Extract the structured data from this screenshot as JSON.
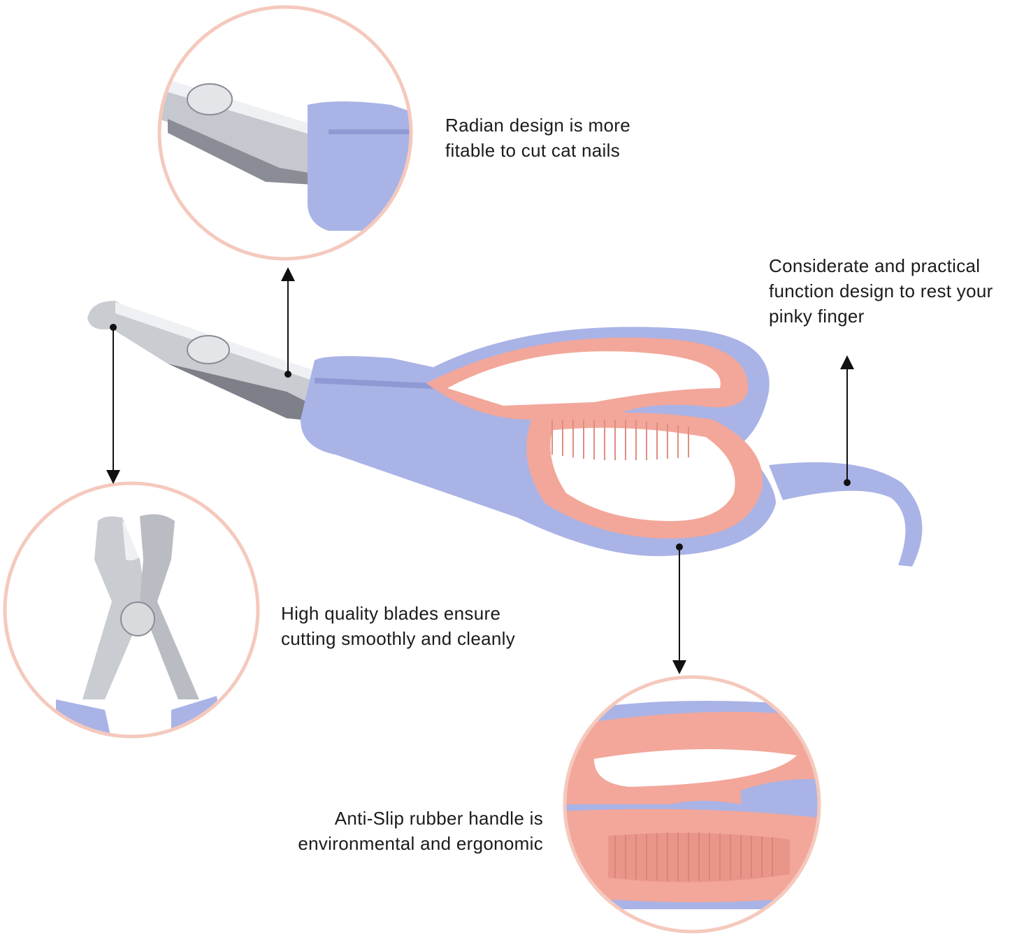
{
  "colors": {
    "ring": "#f5c9bd",
    "handle_blue": "#a9b3e6",
    "handle_blue_dark": "#8f99d4",
    "grip_pink": "#f2a79a",
    "grip_pink_light": "#f6bcb0",
    "steel": "#c9ccd1",
    "steel_dark": "#7d8088",
    "arrow": "#111111"
  },
  "callouts": {
    "blade_shape": {
      "line1": "Radian design is more",
      "line2": "fitable to cut cat nails"
    },
    "pinky_rest": {
      "line1": "Considerate and practical",
      "line2": "function design to rest your",
      "line3": "pinky finger"
    },
    "blade_quality": {
      "line1": "High quality blades ensure",
      "line2": "cutting smoothly and cleanly"
    },
    "rubber_handle": {
      "line1": "Anti-Slip rubber handle is",
      "line2": "environmental and ergonomic"
    }
  }
}
